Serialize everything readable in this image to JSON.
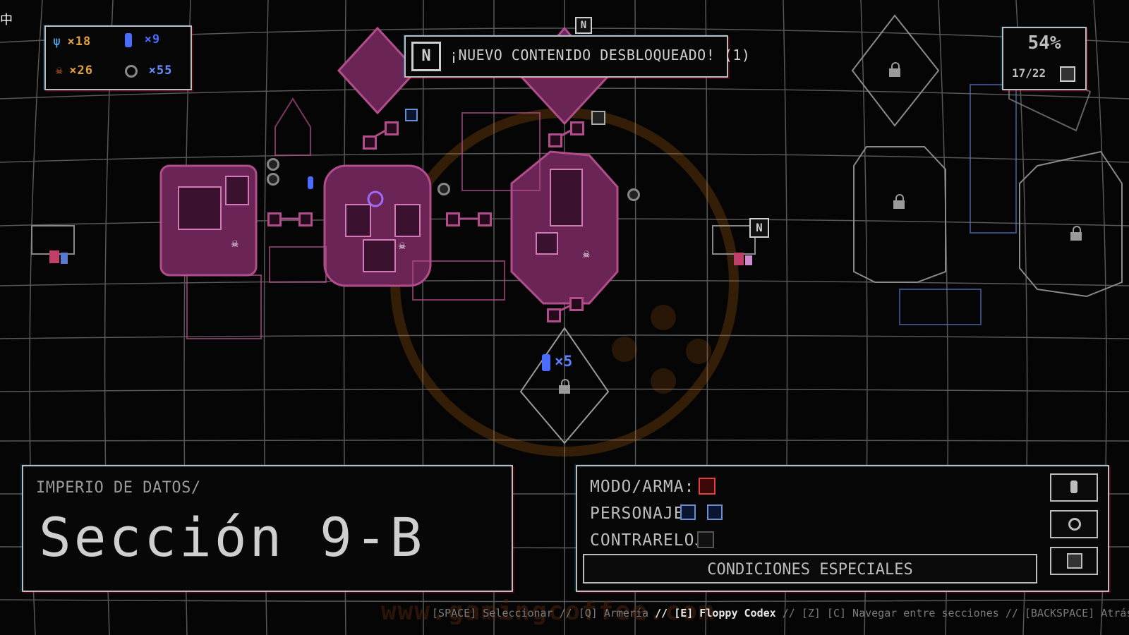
{
  "hud": {
    "resources": {
      "bolts": "×18",
      "character_tokens": "×9",
      "skull_keys": "×26",
      "coins": "×55"
    },
    "progress": {
      "percent": "54%",
      "floppies": "17/22"
    },
    "notification": {
      "badge": "N",
      "text": "¡NUEVO CONTENIDO DESBLOQUEADO! (1)"
    },
    "corner_glyph": "中"
  },
  "map": {
    "lock_requirement": "×5",
    "new_marker": "N"
  },
  "section_panel": {
    "region": "IMPERIO DE DATOS/",
    "title": "Sección 9-B"
  },
  "info_panel": {
    "mode_label": "MODO/ARMA:",
    "character_label": "PERSONAJE:",
    "timetrial_label": "CONTRARELOJ:",
    "special_conditions": "CONDICIONES ESPECIALES"
  },
  "controls": {
    "select": "[SPACE] Seleccionar",
    "sep1": "//",
    "armory": "[Q] Armería",
    "sep2": "//",
    "codex": "[E] Floppy Codex",
    "sep3": "//",
    "navigate": "[Z] [C] Navegar entre secciones",
    "sep4": "//",
    "back": "[BACKSPACE] Atrás"
  },
  "watermark": "www.gamingcoffee.com",
  "colors": {
    "accent_pink": "#b24d8b",
    "locked_gray": "#8a8a8a",
    "token_blue": "#4a6cff"
  },
  "icons": [
    "bolt-icon",
    "token-icon",
    "skull-key-icon",
    "coin-icon",
    "floppy-icon",
    "lock-icon",
    "weapon-icon",
    "character-icon",
    "timer-icon"
  ]
}
